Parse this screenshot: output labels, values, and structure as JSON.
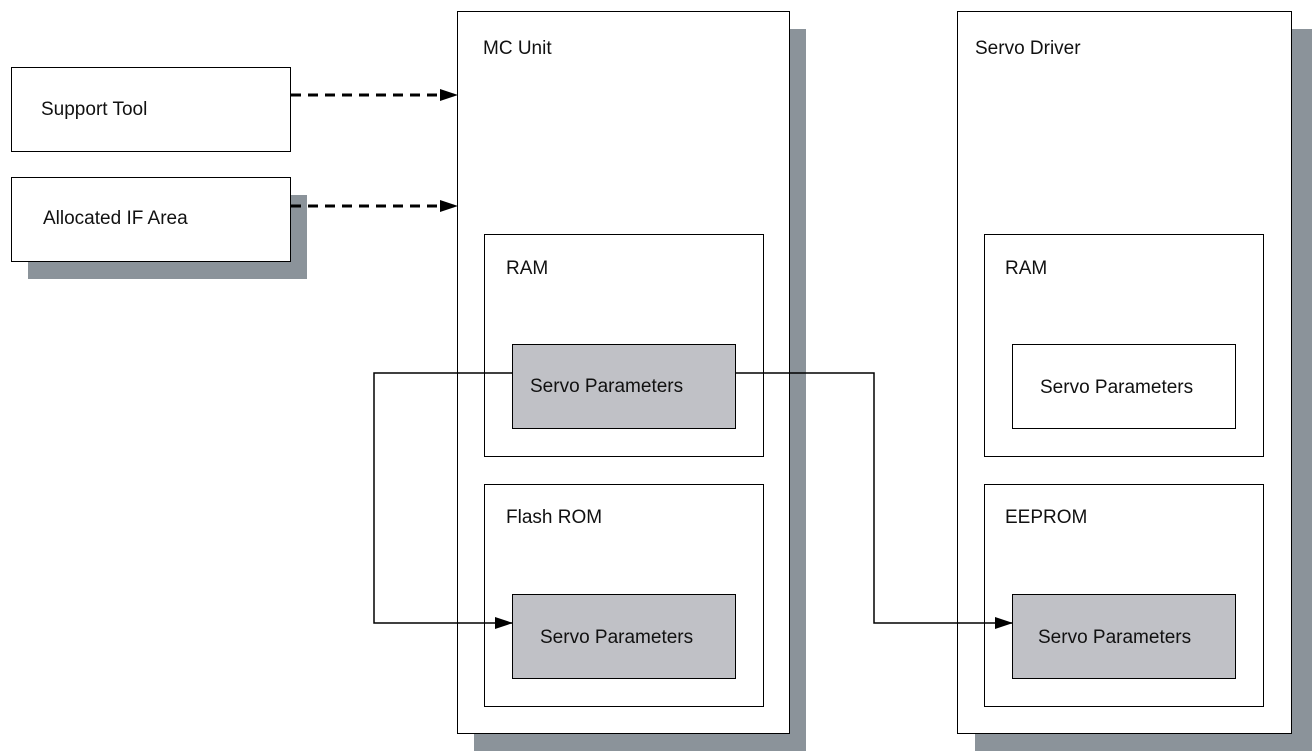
{
  "sources": {
    "support_tool": "Support Tool",
    "allocated_if_area": "Allocated IF Area"
  },
  "mc_unit": {
    "title": "MC Unit",
    "ram": {
      "title": "RAM",
      "params": "Servo Parameters"
    },
    "flash_rom": {
      "title": "Flash ROM",
      "params": "Servo Parameters"
    }
  },
  "servo_driver": {
    "title": "Servo Driver",
    "ram": {
      "title": "RAM",
      "params": "Servo Parameters"
    },
    "eeprom": {
      "title": "EEPROM",
      "params": "Servo Parameters"
    }
  },
  "colors": {
    "shadow": "#8b939a",
    "param_fill": "#c0c1c6",
    "stroke": "#000000"
  }
}
